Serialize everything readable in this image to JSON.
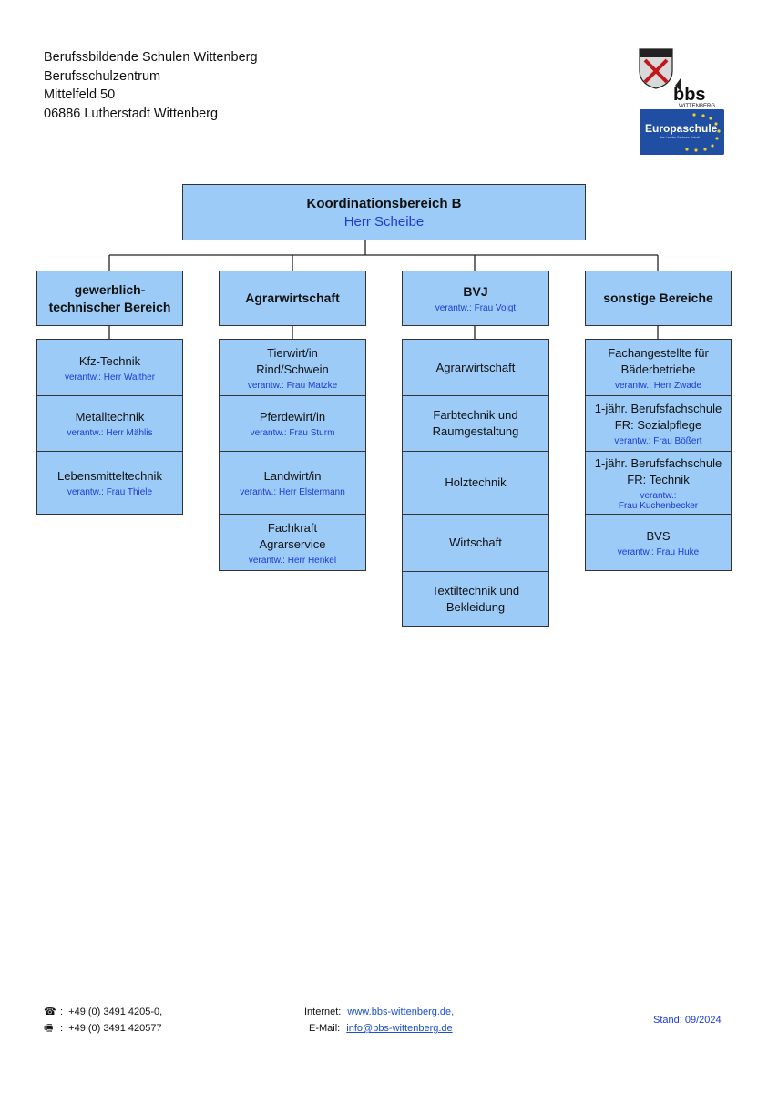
{
  "header": {
    "address": [
      "Berufssbildende Schulen Wittenberg",
      "Berufsschulzentrum",
      "Mittelfeld 50",
      "06886 Lutherstadt Wittenberg"
    ],
    "logo_text": "bbs",
    "logo_sub": "WITTENBERG",
    "europa_text": "Europaschule",
    "europa_sub": "des Landes Sachsen-Anhalt"
  },
  "org": {
    "main": {
      "title": "Koordinationsbereich B",
      "name": "Herr Scheibe"
    },
    "columns": [
      {
        "title": "gewerblich-\ntechnischer Bereich",
        "sub": "",
        "items": [
          {
            "title": "Kfz-Technik",
            "sub": "verantw.: Herr Walther"
          },
          {
            "title": "Metalltechnik",
            "sub": "verantw.: Herr Mählis"
          },
          {
            "title": "Lebensmitteltechnik",
            "sub": "verantw.: Frau Thiele"
          }
        ]
      },
      {
        "title": "Agrarwirtschaft",
        "sub": "",
        "items": [
          {
            "title": "Tierwirt/in\nRind/Schwein",
            "sub": "verantw.: Frau Matzke"
          },
          {
            "title": "Pferdewirt/in",
            "sub": "verantw.: Frau Sturm"
          },
          {
            "title": "Landwirt/in",
            "sub": "verantw.: Herr Elstermann"
          },
          {
            "title": "Fachkraft\nAgrarservice",
            "sub": "verantw.: Herr Henkel"
          }
        ]
      },
      {
        "title": "BVJ",
        "sub": "verantw.: Frau Voigt",
        "items": [
          {
            "title": "Agrarwirtschaft",
            "sub": ""
          },
          {
            "title": "Farbtechnik und\nRaumgestaltung",
            "sub": ""
          },
          {
            "title": "Holztechnik",
            "sub": ""
          },
          {
            "title": "Wirtschaft",
            "sub": ""
          },
          {
            "title": "Textiltechnik und\nBekleidung",
            "sub": ""
          }
        ]
      },
      {
        "title": "sonstige Bereiche",
        "sub": "",
        "items": [
          {
            "title": "Fachangestellte für\nBäderbetriebe",
            "sub": "verantw.: Herr Zwade"
          },
          {
            "title": "1-jähr. Berufsfachschule\nFR: Sozialpflege",
            "sub": "verantw.: Frau Bößert"
          },
          {
            "title": "1-jähr. Berufsfachschule\nFR: Technik",
            "sub": "verantw.:\nFrau Kuchenbecker"
          },
          {
            "title": "BVS",
            "sub": "verantw.: Frau Huke"
          }
        ]
      }
    ]
  },
  "footer": {
    "phone": "+49 (0) 3491 4205-0,",
    "fax": "+49 (0) 3491 420577",
    "internet_label": "Internet:",
    "internet": "www.bbs-wittenberg.de,",
    "email_label": "E-Mail:",
    "email": "info@bbs-wittenberg.de",
    "stand": "Stand: 09/2024"
  },
  "colors": {
    "box_fill": "#9ccbf7",
    "accent_text": "#1d3bd6",
    "border": "#333333"
  }
}
